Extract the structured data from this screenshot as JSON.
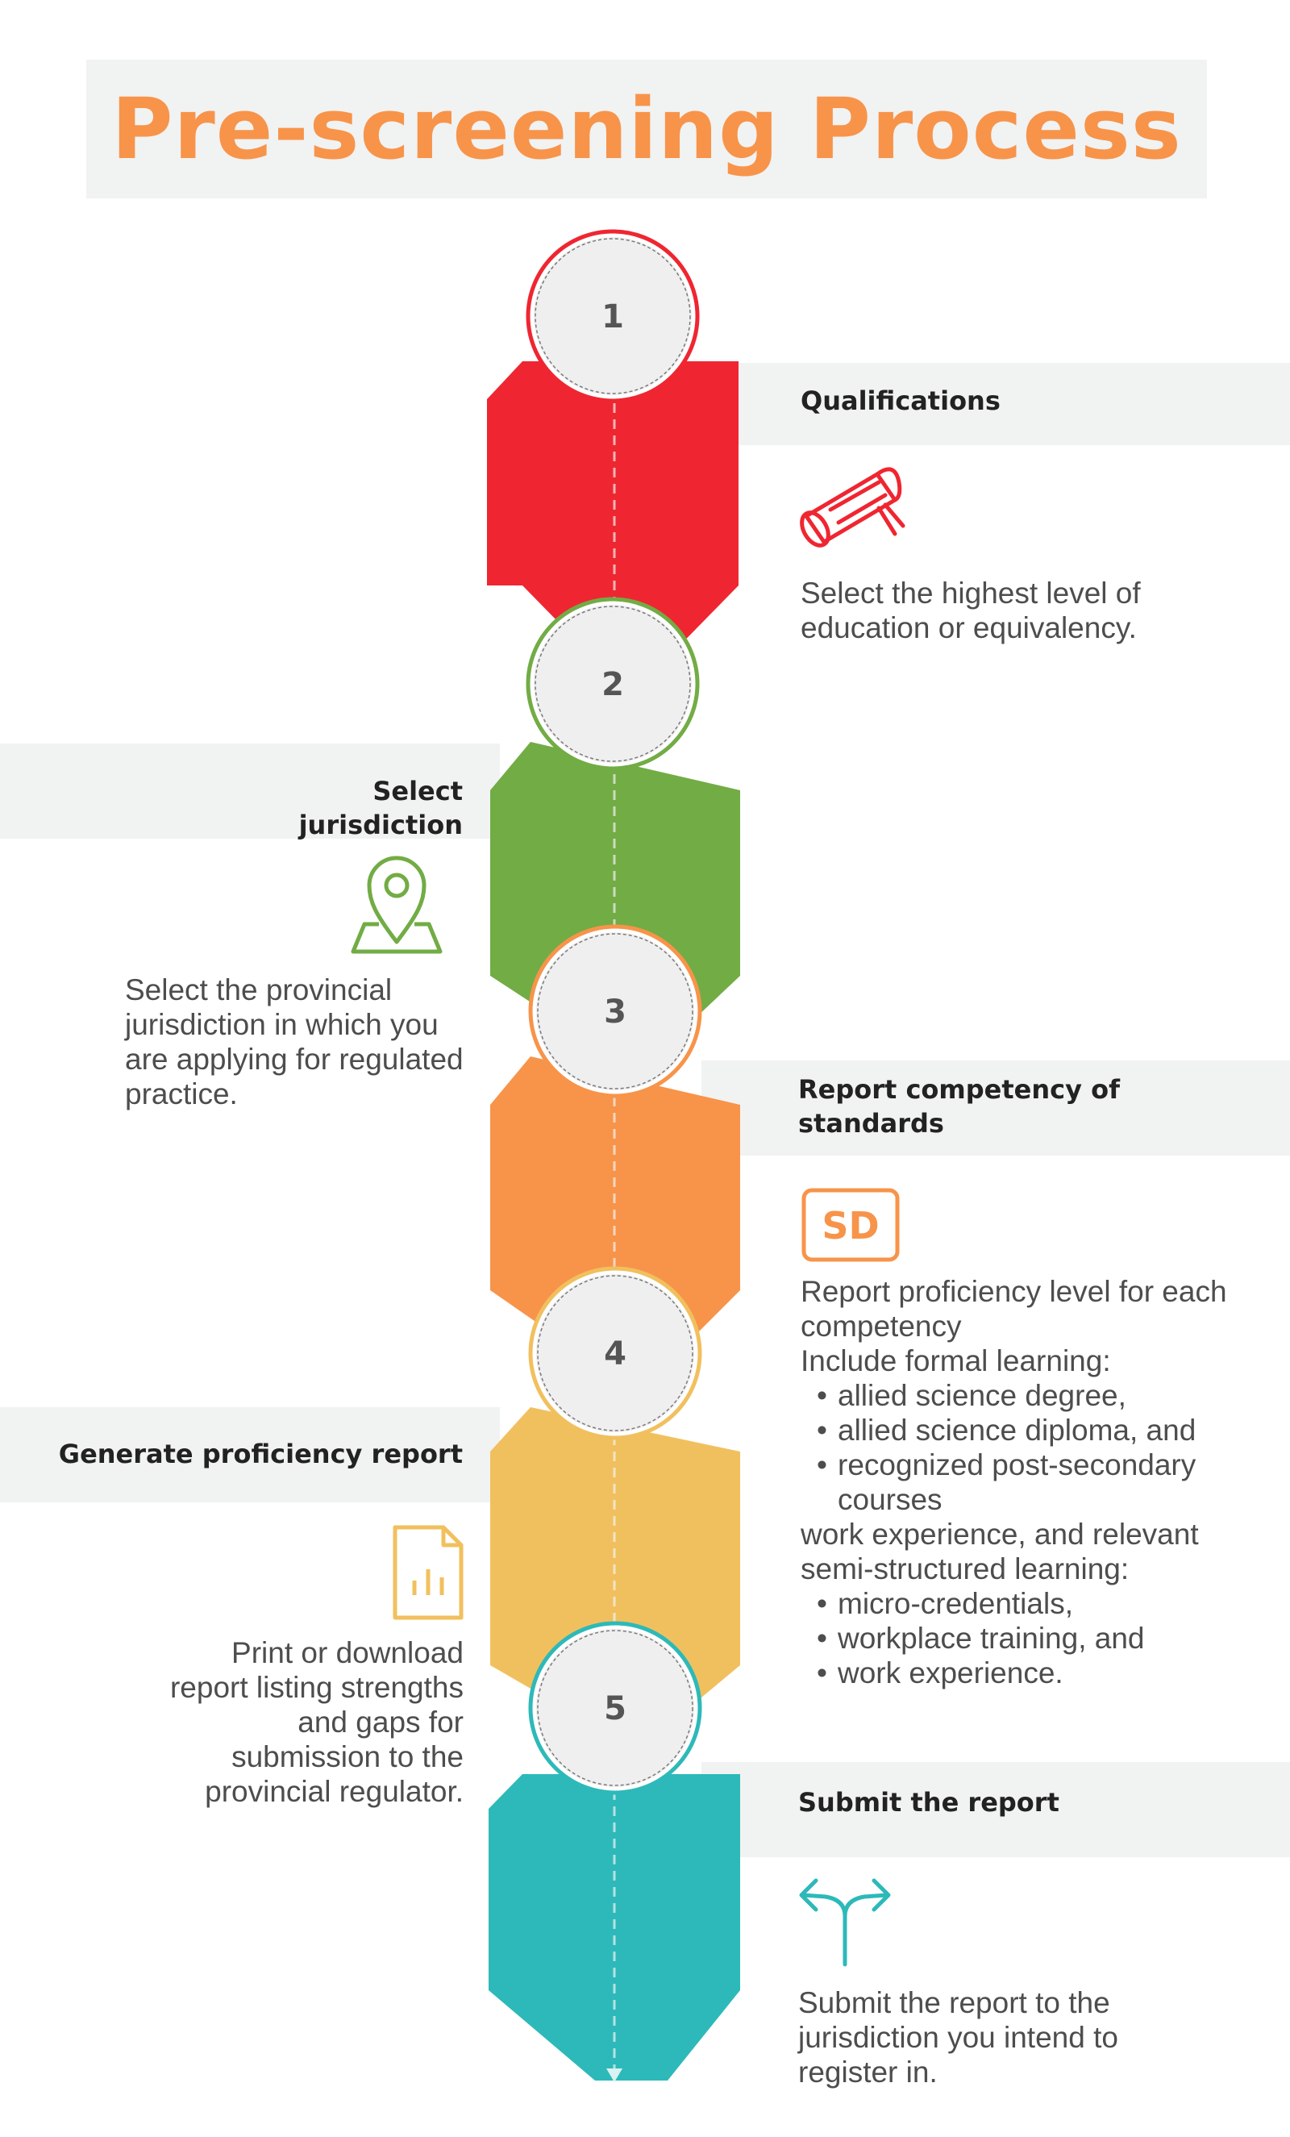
{
  "title": "Pre-screening Process",
  "colors": {
    "red": "#ef2631",
    "green": "#72ac45",
    "orange": "#f7944a",
    "yellow": "#f1c05e",
    "teal": "#2db9b9",
    "band": "#f1f2f2",
    "title": "#f7944a"
  },
  "steps": [
    {
      "number": "1",
      "title": "Qualifications",
      "icon": "diploma-scroll-icon",
      "description": "Select the highest level of education or equivalency."
    },
    {
      "number": "2",
      "title": "Select jurisdiction",
      "icon": "map-pin-icon",
      "description": "Select the provincial jurisdiction in which you are applying for regulated practice."
    },
    {
      "number": "3",
      "title": "Report competency of standards",
      "icon": "sd-badge-icon",
      "icon_label": "SD",
      "description_lines": [
        "Report proficiency level for each competency",
        "Include formal learning:"
      ],
      "formal_learning": [
        "allied science degree,",
        "allied science diploma, and",
        "recognized post-secondary courses"
      ],
      "middle_text": "work experience, and relevant semi-structured learning:",
      "semi_structured": [
        "micro-credentials,",
        "workplace training, and",
        "work experience."
      ]
    },
    {
      "number": "4",
      "title": "Generate proficiency report",
      "icon": "document-chart-icon",
      "description": "Print or download report listing strengths and gaps for submission to the provincial regulator."
    },
    {
      "number": "5",
      "title": "Submit the report",
      "icon": "split-arrow-icon",
      "description": "Submit the report to the jurisdiction you intend to register in."
    }
  ]
}
